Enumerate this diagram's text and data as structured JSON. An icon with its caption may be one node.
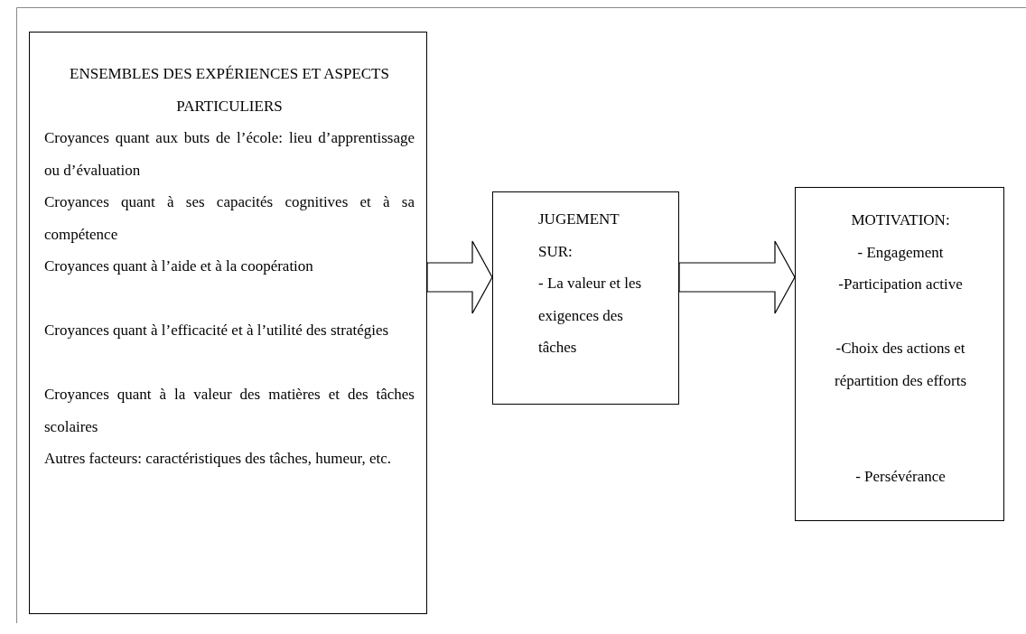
{
  "diagram": {
    "nodes": [
      {
        "text": [
          "ENSEMBLES DES EXPÉRIENCES ET ASPECTS PARTICULIERS",
          "Croyances quant aux buts de l’école: lieu d’apprentissage ou d’évaluation",
          "Croyances quant à ses capacités cognitives et à sa compétence",
          "Croyances quant à l’aide et à la coopération",
          "Croyances quant à l’efficacité et à l’utilité des stratégies",
          "Croyances quant à la valeur des matières et des tâches scolaires",
          "Autres facteurs: caractéristiques des tâches, humeur, etc."
        ]
      },
      {
        "text": [
          "JUGEMENT SUR:",
          "- La valeur et les exigences des tâches"
        ]
      },
      {
        "text": [
          "MOTIVATION:",
          "- Engagement",
          "-Participation active",
          "-Choix des actions et répartition des efforts",
          "- Persévérance"
        ]
      }
    ],
    "edges": [
      {
        "from": 0,
        "to": 1,
        "arrow": "to"
      },
      {
        "from": 1,
        "to": 2,
        "arrow": "to"
      }
    ]
  }
}
